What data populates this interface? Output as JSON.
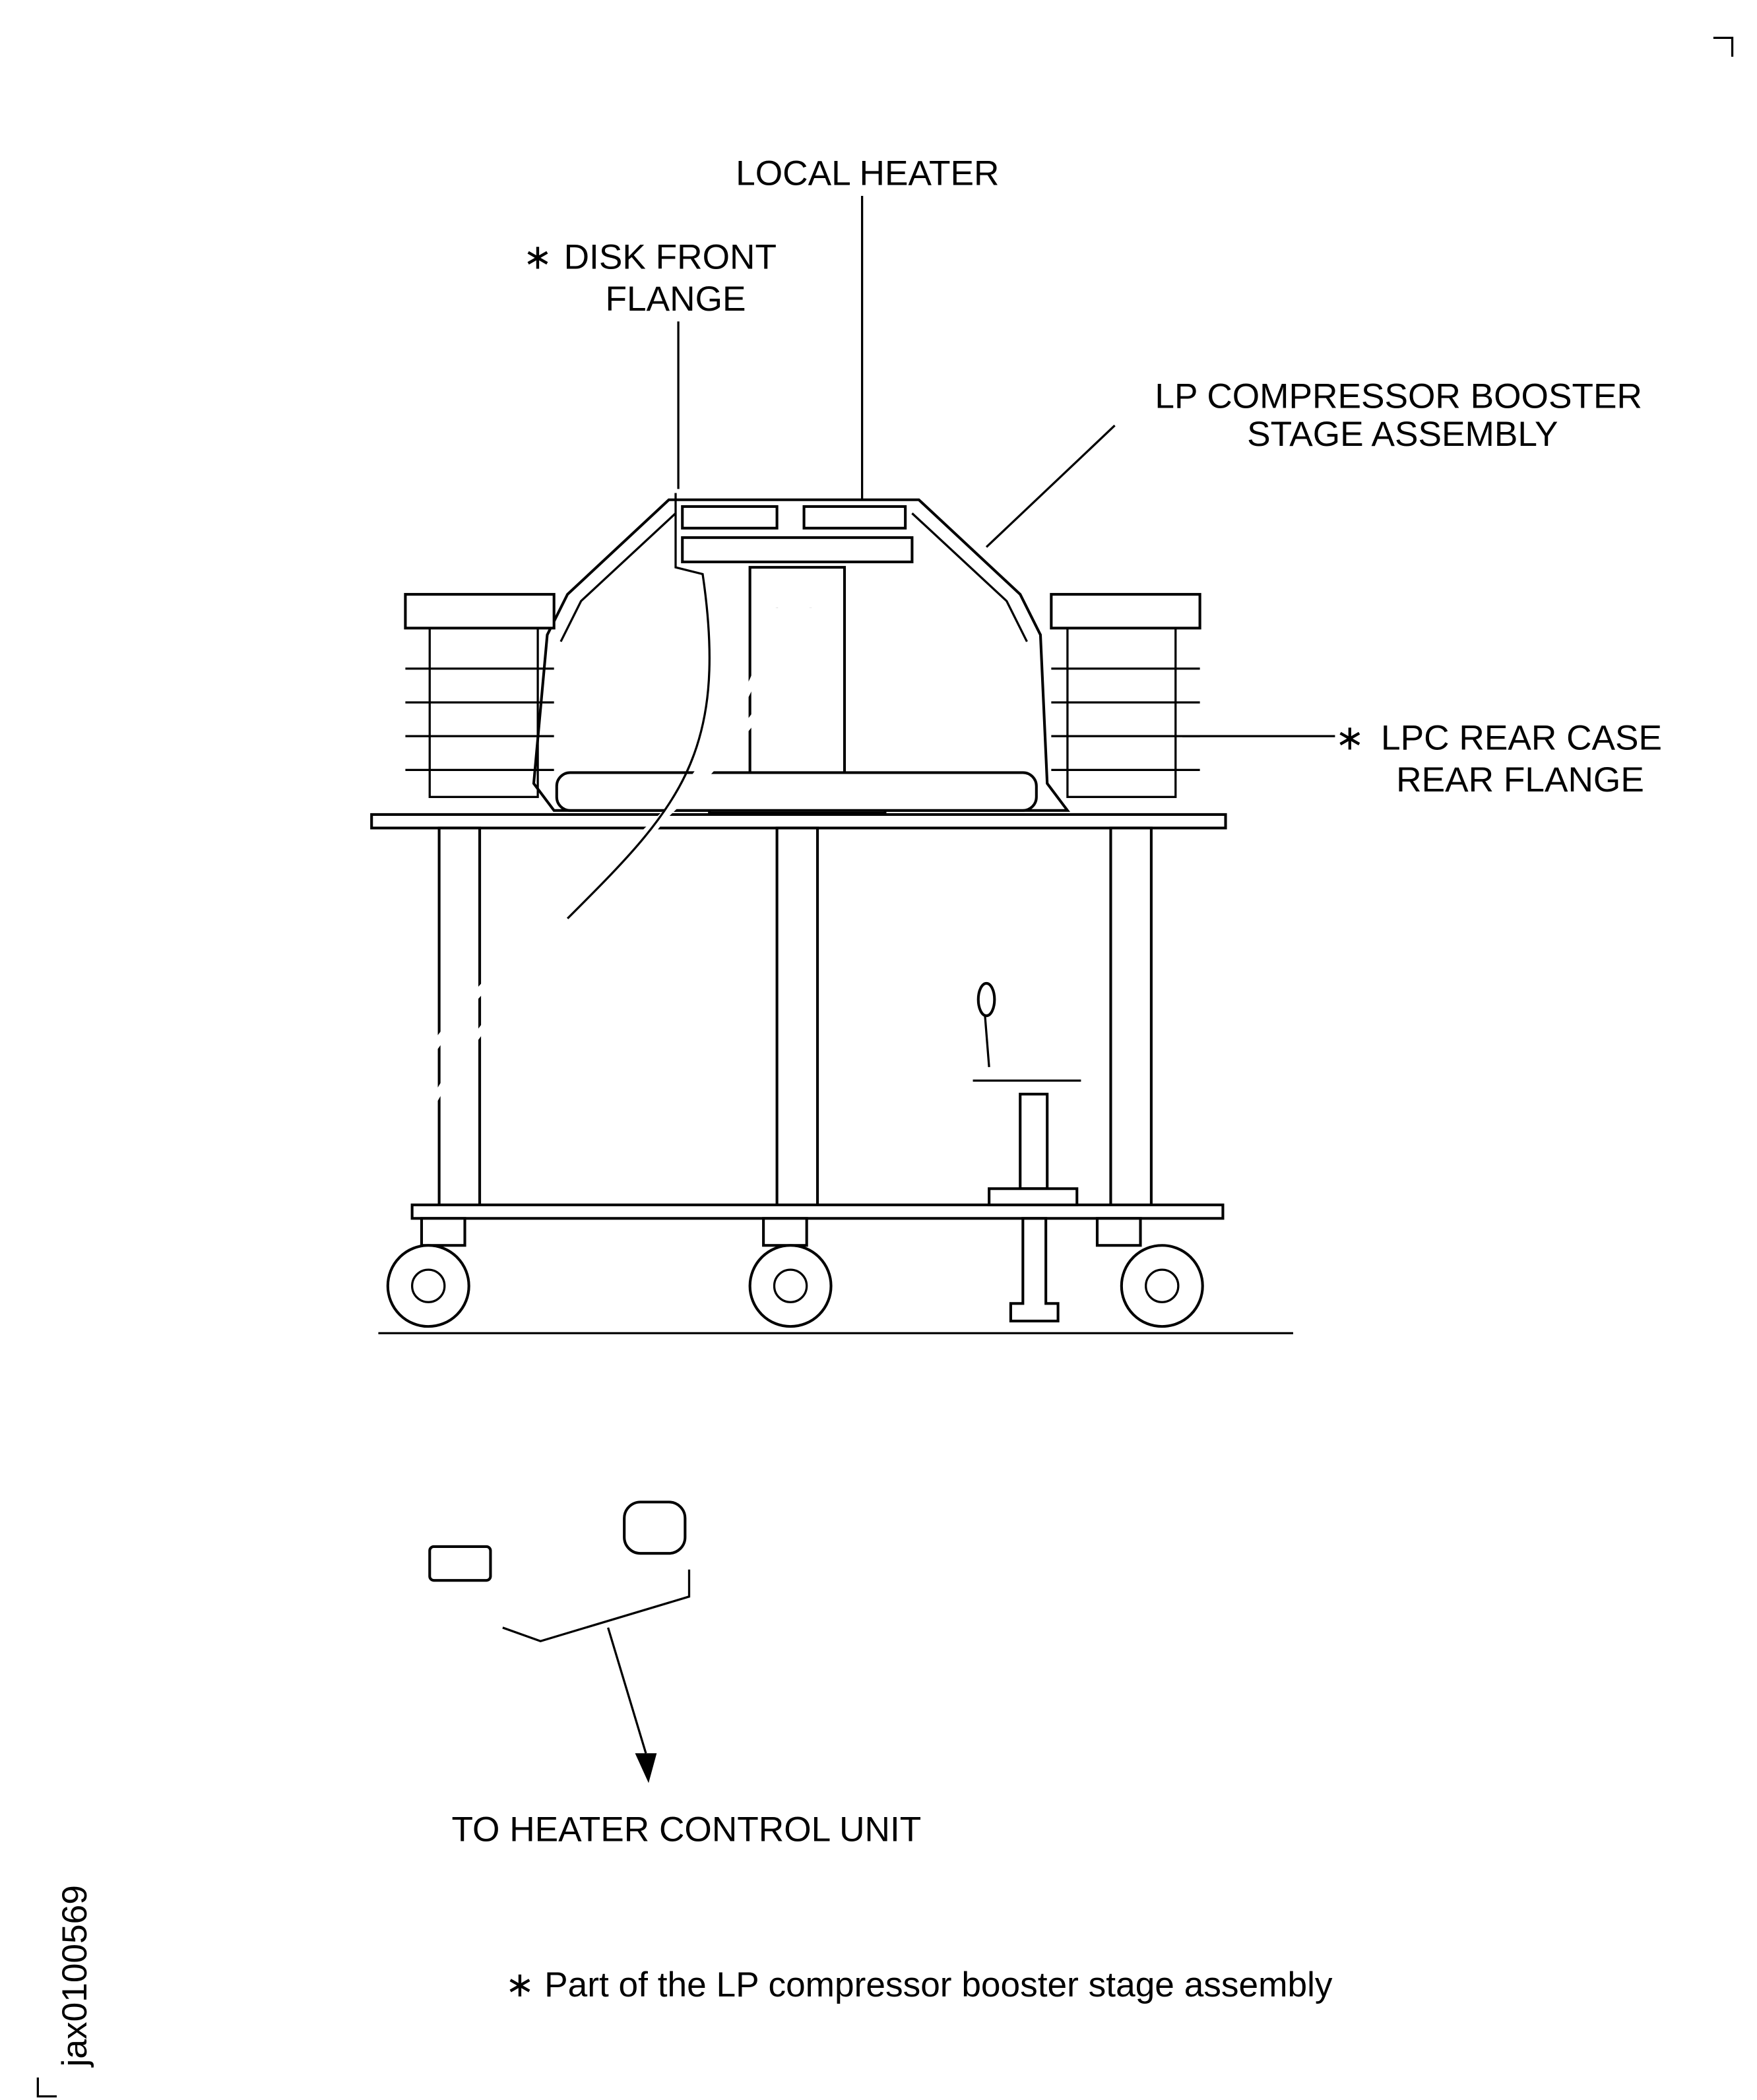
{
  "labels": {
    "local_heater": "LOCAL HEATER",
    "disk_front_flange_1": "DISK FRONT",
    "disk_front_flange_2": "FLANGE",
    "lp_compressor_1": "LP COMPRESSOR BOOSTER",
    "lp_compressor_2": "STAGE ASSEMBLY",
    "lpc_rear_case_1": "LPC REAR CASE",
    "lpc_rear_case_2": "REAR FLANGE",
    "to_heater_control": "TO HEATER CONTROL UNIT",
    "asterisk": "∗"
  },
  "footnote": "∗ Part of the LP compressor booster stage assembly",
  "figure_id": "jax0100569"
}
